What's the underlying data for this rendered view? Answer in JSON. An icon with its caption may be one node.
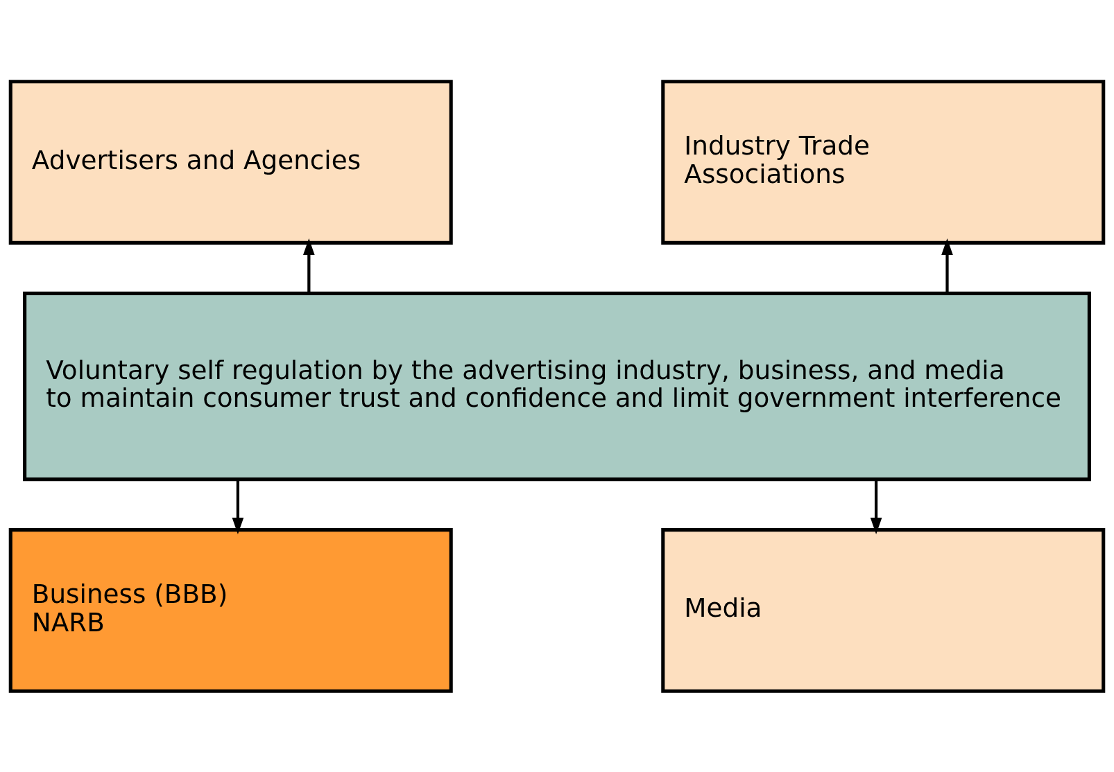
{
  "diagram": {
    "nodes": [
      {
        "text": [
          "Advertisers and Agencies"
        ]
      },
      {
        "text": [
          "Industry Trade Associations"
        ]
      },
      {
        "text": [
          "Voluntary self regulation by the advertising industry, business, and media to maintain consumer trust and confidence and limit government interference"
        ]
      },
      {
        "text": [
          "Business (BBB)",
          "NARB"
        ]
      },
      {
        "text": [
          "Media"
        ]
      }
    ],
    "edges": [
      {
        "from": 2,
        "to": 0,
        "arrow": "to"
      },
      {
        "from": 2,
        "to": 1,
        "arrow": "to"
      },
      {
        "from": 2,
        "to": 3,
        "arrow": "to"
      },
      {
        "from": 2,
        "to": 4,
        "arrow": "to"
      }
    ]
  }
}
